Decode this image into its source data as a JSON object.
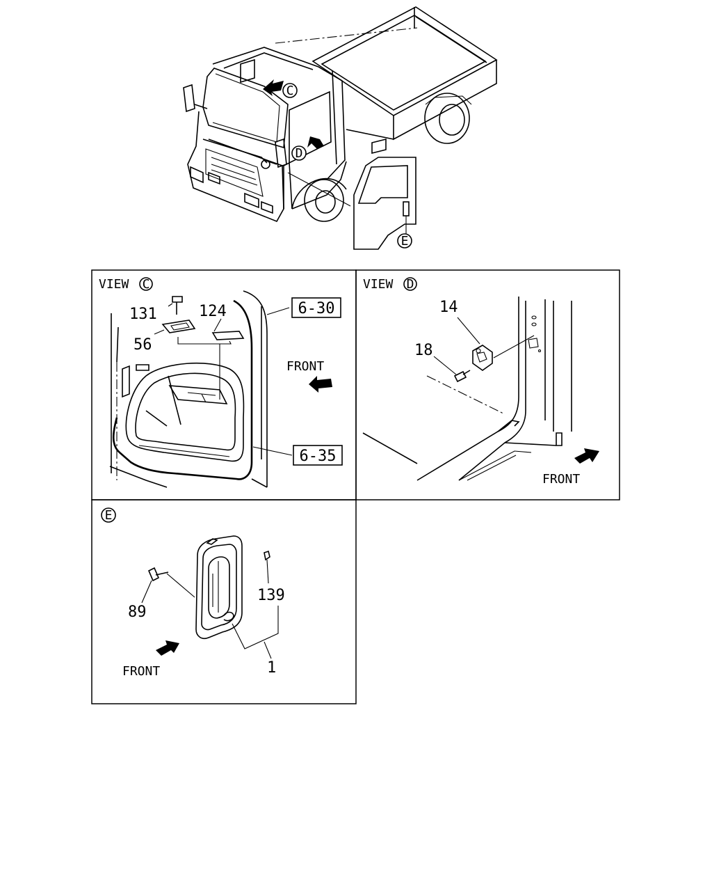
{
  "views": {
    "c_title": "VIEW",
    "c_letter": "C",
    "d_title": "VIEW",
    "d_letter": "D",
    "e_letter": "E"
  },
  "overview": {
    "callout_c": "C",
    "callout_d": "D",
    "callout_e": "E"
  },
  "parts": {
    "p131": "131",
    "p124": "124",
    "p56": "56",
    "ref_630": "6-30",
    "ref_635": "6-35",
    "p14": "14",
    "p18": "18",
    "p89": "89",
    "p139": "139",
    "p1": "1"
  },
  "labels": {
    "front_c": "FRONT",
    "front_d": "FRONT",
    "front_e": "FRONT"
  }
}
